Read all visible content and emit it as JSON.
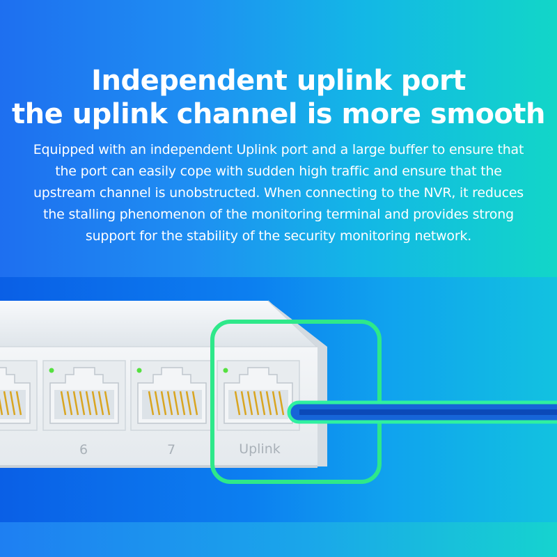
{
  "headline": {
    "line1": "Independent uplink port",
    "line2": "the uplink channel is more smooth"
  },
  "description": "Equipped with an independent Uplink port and a large buffer to ensure that the port can easily cope with sudden high traffic and ensure that the upstream channel is unobstructed. When connecting to the NVR, it reduces the stalling phenomenon of the monitoring terminal and provides strong support for the stability of the security monitoring network.",
  "ports": [
    {
      "label": ""
    },
    {
      "label": "6"
    },
    {
      "label": "7"
    },
    {
      "label": "Uplink"
    }
  ],
  "colors": {
    "highlight": "#2ee88a",
    "cable": "#2ff0a0",
    "led": "#55e040",
    "pin": "#d9a520"
  }
}
